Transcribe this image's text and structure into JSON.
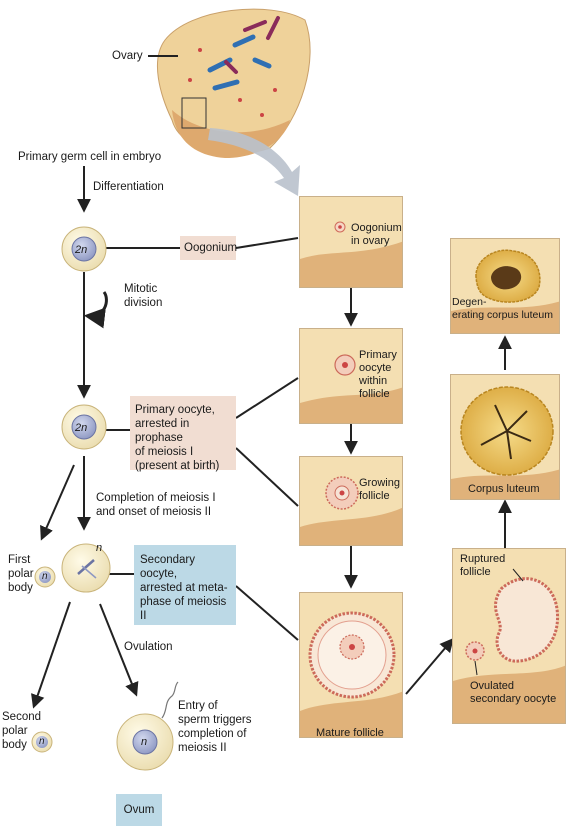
{
  "colors": {
    "cell_fill": "#f6efd0",
    "nucleus": "#a9b3d6",
    "pink_box": "#f1ddd2",
    "blue_box": "#bcd9e6",
    "tissue": "#f1d9a8",
    "tissue_dark": "#d9a873",
    "arrow": "#222222"
  },
  "top": {
    "ovary_label": "Ovary",
    "primary_germ_cell": "Primary germ cell in embryo",
    "differentiation": "Differentiation"
  },
  "left_column": {
    "cell1_ploidy": "2n",
    "mitotic_division": "Mitotic\ndivision",
    "cell2_ploidy": "2n",
    "meiosis_text": "Completion of meiosis I\nand onset of meiosis II",
    "cell3_ploidy": "n",
    "first_polar_body": "First\npolar\nbody",
    "first_polar_ploidy": "n",
    "ovulation": "Ovulation",
    "second_polar_body": "Second\npolar\nbody",
    "second_polar_ploidy": "n",
    "ovum_ploidy": "n",
    "entry_of_sperm": "Entry of\nsperm triggers\ncompletion of\nmeiosis II"
  },
  "boxes": {
    "oogonium": "Oogonium",
    "primary_oocyte": "Primary oocyte,\narrested in prophase\nof meiosis I\n(present at birth)",
    "secondary_oocyte": "Secondary oocyte,\narrested at meta-\nphase of meiosis II",
    "ovum": "Ovum"
  },
  "panels": {
    "oogonium_in_ovary": "Oogonium\nin ovary",
    "primary_oocyte_follicle": "Primary\noocyte\nwithin\nfollicle",
    "growing_follicle": "Growing\nfollicle",
    "mature_follicle": "Mature follicle",
    "degenerating_corpus_luteum": "Degen-\nerating corpus luteum",
    "corpus_luteum": "Corpus luteum",
    "ruptured_follicle": "Ruptured\nfollicle",
    "ovulated_secondary_oocyte": "Ovulated\nsecondary oocyte"
  }
}
